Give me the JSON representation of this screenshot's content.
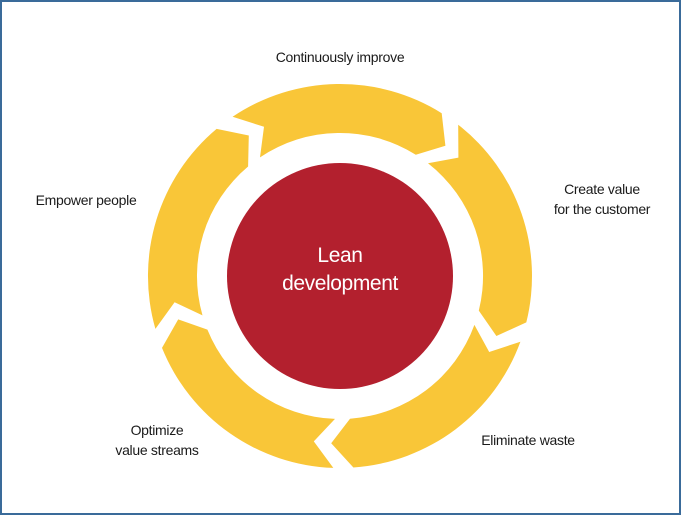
{
  "title": "Lean development",
  "center": {
    "line1": "Lean",
    "line2": "development"
  },
  "steps": [
    {
      "label_lines": [
        "Continuously improve"
      ]
    },
    {
      "label_lines": [
        "Create value",
        "for the customer"
      ]
    },
    {
      "label_lines": [
        "Eliminate waste"
      ]
    },
    {
      "label_lines": [
        "Optimize",
        "value streams"
      ]
    },
    {
      "label_lines": [
        "Empower people"
      ]
    }
  ],
  "colors": {
    "ring": "#F9C638",
    "center": "#B3202E",
    "border": "#3A6B9A"
  }
}
